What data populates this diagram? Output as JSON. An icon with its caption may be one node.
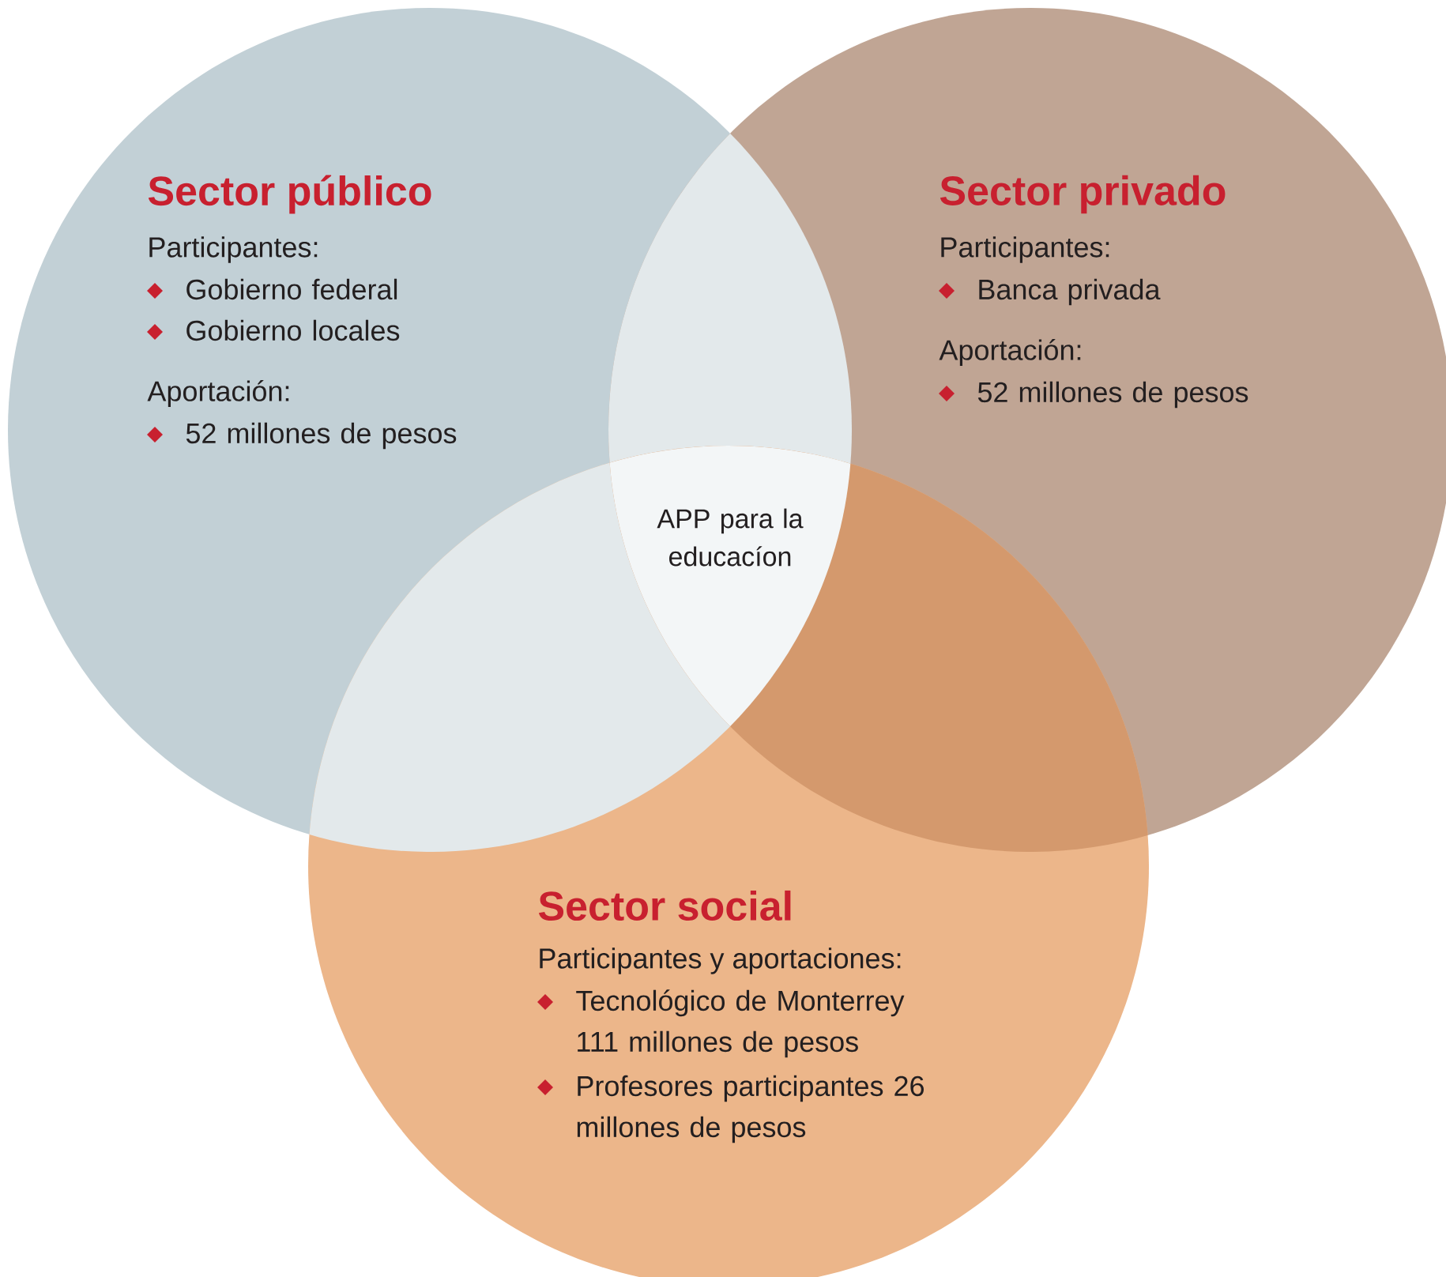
{
  "diagram": {
    "nodes": [
      {
        "text": [
          "Sector público",
          "Participantes:",
          "Gobierno federal",
          "Gobierno locales",
          "Aportación:",
          "52 millones de pesos"
        ]
      },
      {
        "text": [
          "Sector privado",
          "Participantes:",
          "Banca privada",
          "Aportación:",
          "52 millones de pesos"
        ]
      },
      {
        "text": [
          "Sector social",
          "Participantes y aportaciones:",
          "Tecnológico de Monterrey 111 millones de pesos",
          "Profesores participantes 26 millones de pesos"
        ]
      },
      {
        "text": [
          "APP para la educacíon"
        ]
      }
    ],
    "edges": []
  }
}
